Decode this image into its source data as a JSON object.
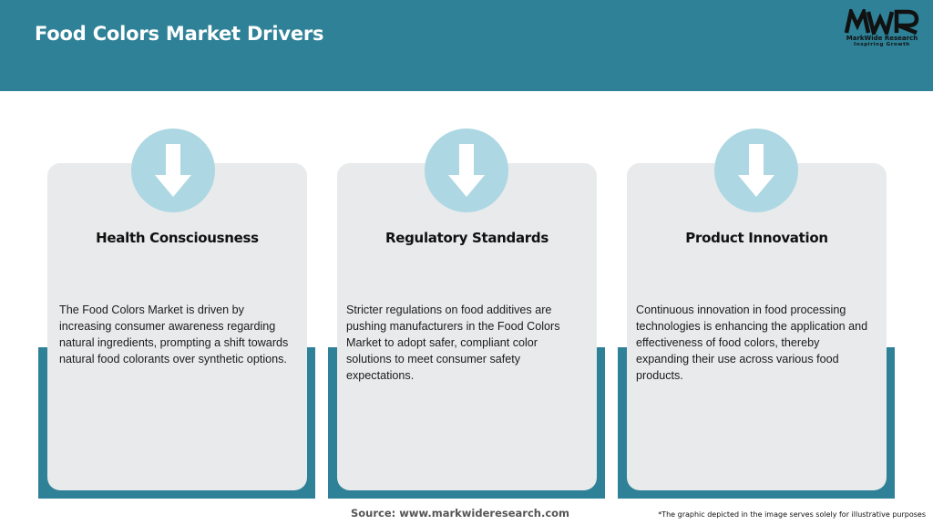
{
  "header": {
    "title": "Food Colors Market Drivers",
    "background_color": "#2e8196"
  },
  "logo": {
    "mark": "MWR",
    "name": "MarkWide Research",
    "tagline": "Inspiring Growth"
  },
  "cards": [
    {
      "icon": "arrow-down-icon",
      "title": "Health Consciousness",
      "text": "The Food Colors Market is driven by increasing consumer awareness regarding natural ingredients, prompting a shift towards natural food colorants over synthetic options."
    },
    {
      "icon": "arrow-down-icon",
      "title": "Regulatory Standards",
      "text": "Stricter regulations on food additives are pushing manufacturers in the Food Colors Market to adopt safer, compliant color solutions to meet consumer safety expectations."
    },
    {
      "icon": "arrow-down-icon",
      "title": "Product Innovation",
      "text": "Continuous innovation in food processing technologies is enhancing the application and effectiveness of food colors, thereby expanding their use across various food products."
    }
  ],
  "colors": {
    "accent": "#2e8196",
    "card_bg": "#e8eaeb",
    "icon_circle": "#add8e3"
  },
  "footer": {
    "source": "Source: www.markwideresearch.com",
    "disclaimer": "*The graphic depicted in the image serves solely for illustrative purposes"
  }
}
